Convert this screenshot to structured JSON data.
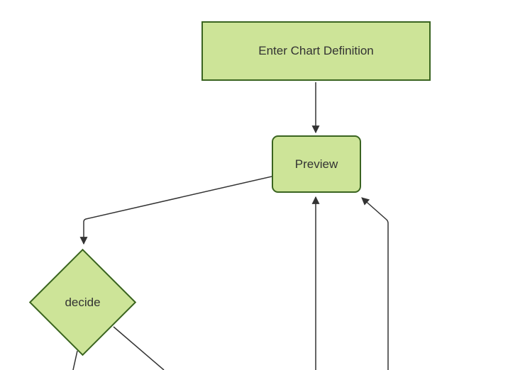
{
  "diagram": {
    "type": "flowchart",
    "direction": "top-down",
    "nodes": {
      "enter_chart_definition": {
        "label": "Enter Chart Definition",
        "shape": "rectangle"
      },
      "preview": {
        "label": "Preview",
        "shape": "rounded-rectangle"
      },
      "decide": {
        "label": "decide",
        "shape": "diamond"
      }
    },
    "edges": [
      {
        "from": "enter_chart_definition",
        "to": "preview",
        "arrow": true
      },
      {
        "from": "preview",
        "to": "decide",
        "arrow": true
      },
      {
        "from": "offscreen-bottom",
        "to": "preview",
        "arrow": true
      },
      {
        "from": "offscreen-bottom-right",
        "to": "preview",
        "arrow": true
      },
      {
        "from": "decide",
        "to": "offscreen-bottom-left",
        "arrow": false
      },
      {
        "from": "decide",
        "to": "offscreen-bottom-right",
        "arrow": false
      }
    ],
    "colors": {
      "node_fill": "#cde498",
      "node_stroke": "#3a6420",
      "edge": "#333333",
      "text": "#333333",
      "background": "#ffffff"
    }
  }
}
